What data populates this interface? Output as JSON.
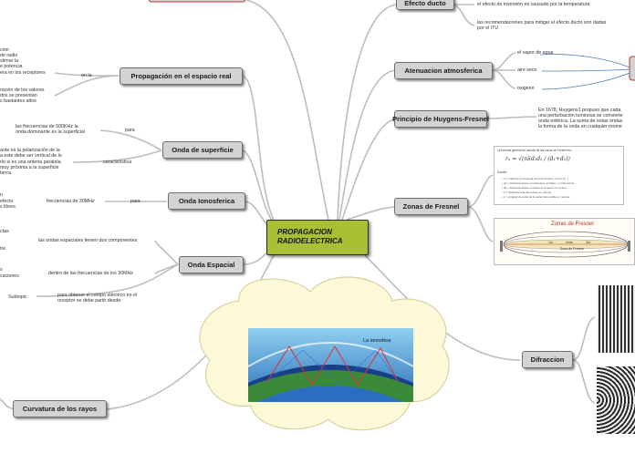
{
  "central": {
    "title_line1": "PROPAGACION",
    "title_line2": "RADIOELECTRICA"
  },
  "nodes": {
    "efecto_ducto": "Efecto ducto",
    "atenuacion": "Atenuacion atmosferica",
    "huygens": "Principio de Huygens-Fresnel",
    "zonas_fresnel": "Zonas de Fresnel",
    "difraccion": "Difraccion",
    "espacio_real": "Propagación en el espacio real",
    "onda_superficie": "Onda de superficie",
    "onda_ionosferica": "Onda Ionosferica",
    "onda_espacial": "Onda Espacial",
    "curvatura": "Curvatura de los rayos"
  },
  "right_texts": {
    "ducto_1": "el efecto de inversión es causado por la temperatura",
    "ducto_2a": "las recomendaciones para mitigar el efecto ducto son dadas",
    "ducto_2b": "por el ITU",
    "atm_1": "el vapor de agua",
    "atm_2": "aire seco",
    "atm_3": "oxigeno",
    "huy_1": "En 1678, Huygens1 propuso que cada",
    "huy_2": "una perturbación luminosa se convierte",
    "huy_3": "onda esférica. La suma de estas ondas",
    "huy_4": "la forma de la onda en cualquier mome"
  },
  "left_texts": {
    "er_1": "cion",
    "er_2": "de radio",
    "er_3": "stimar la",
    "er_4": "e potencia",
    "er_5": "era en los receptores",
    "er_link": "en la",
    "er_6": "ración de los valores",
    "er_7": "dos  se presentan",
    "er_8": "s bastantes altos",
    "os_1a": "las frecuencias de 500KHz  la",
    "os_1b": "onda dominante es la superficial",
    "os_link1": "para",
    "os_2": "ante es la polarización de la",
    "os_3": "a este debe ser vertical de lo",
    "os_4": "rio si es una antena paralela",
    "os_5": "muy próxima a la superficie",
    "os_6": "tierra.",
    "os_link2": "caracteristica",
    "oi_1": "n",
    "oi_2": "efecto",
    "oi_3": "s libres.",
    "oi_freq": "frecuencias de 30MHz",
    "oi_link": "para",
    "oe_1": "ctas",
    "oe_2": "tre",
    "oe_comp": "las ondas espaciales tienen dos componentes",
    "oe_3": "s",
    "oe_4": "caciones",
    "oe_freq": "dentro de las frecuencias de los 30MHz",
    "oe_sub": "Subtopic",
    "oe_field_a": "para obtener el campo eléctrico en el",
    "oe_field_b": "receptor  se debe partir desde:"
  },
  "images": {
    "ionosphere_label": "La ionosfera",
    "fresnel_title": "Zonas de Fresnel",
    "fresnel_zone_label": "Zona de Fresnel",
    "fresnel_ticks": [
      "1ra",
      "2nda",
      "3ra"
    ],
    "formula_heading": "La formula general de cálculo de las zonas de Fresnel es:",
    "formula_donde": "Donde:",
    "formula_lines": [
      "rn = radio de la enésima zona de Fresnel, (n=1,2,3...).",
      "d1 = distancia desde el transmisor al objeto, en kilómetros.",
      "d2 = distancia desde el objeto al receptor en metros.",
      "d = distancia total del enlace en metros.",
      "λ = longitud de onda de la señal transmitida en metros."
    ]
  },
  "colors": {
    "central_fill": "#a7c133",
    "node_fill": "#d3d3d3",
    "cloud_fill": "#fcf9d8",
    "connector": "#b9b9b9"
  }
}
